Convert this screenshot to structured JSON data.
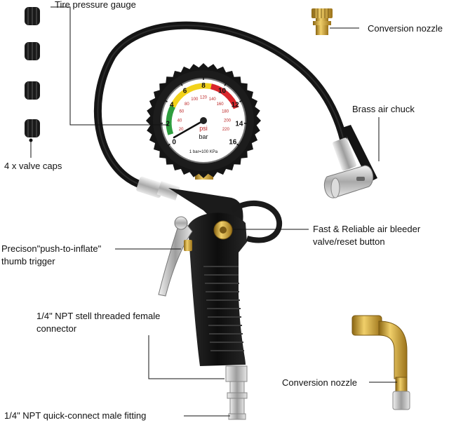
{
  "callouts": {
    "tire_pressure_gauge": "Tire pressure gauge",
    "conversion_nozzle_top": "Conversion nozzle",
    "brass_air_chuck": "Brass air chuck",
    "valve_caps": "4 x valve caps",
    "air_bleeder_line1": "Fast & Reliable air bleeder",
    "air_bleeder_line2": "valve/reset button",
    "trigger_line1": "Precison\"push-to-inflate\"",
    "trigger_line2": "thumb trigger",
    "connector_line1": "1/4\" NPT stell threaded female",
    "connector_line2": "connector",
    "conversion_nozzle_bottom": "Conversion nozzle",
    "quick_connect": "1/4\" NPT quick-connect male fitting"
  },
  "gauge": {
    "unit_psi": "psi",
    "unit_bar": "bar",
    "conversion_note": "1 bar=100 KPa",
    "bar_ticks": [
      "0",
      "2",
      "4",
      "6",
      "8",
      "10",
      "12",
      "14",
      "16"
    ],
    "psi_ticks": [
      "20",
      "40",
      "60",
      "80",
      "100",
      "120",
      "140",
      "160",
      "180",
      "200",
      "220"
    ],
    "zone_colors": [
      "#2e9e3e",
      "#f2d21b",
      "#d8262b"
    ]
  },
  "colors": {
    "body": "#141414",
    "brass": "#c9a33a",
    "chrome": "#cfcfcf",
    "leader": "#111111"
  }
}
